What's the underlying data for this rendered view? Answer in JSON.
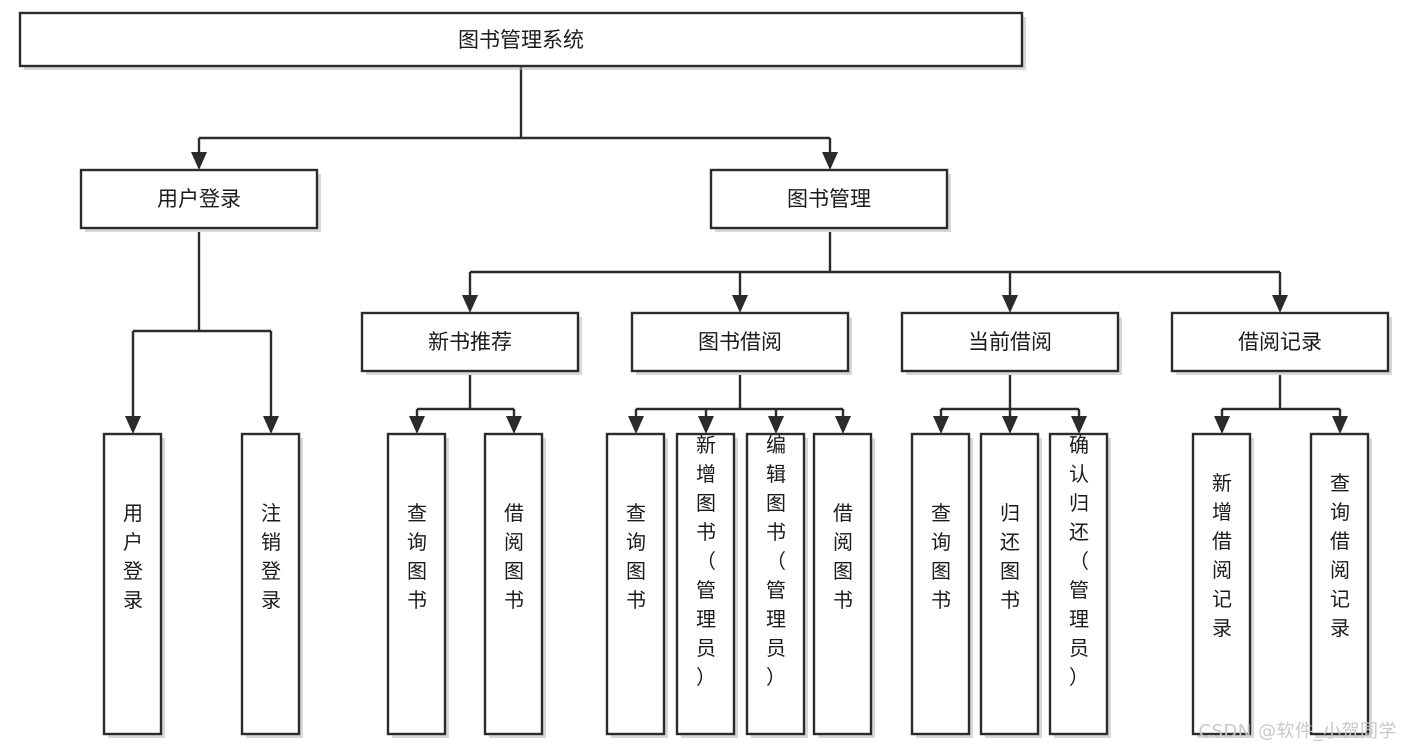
{
  "diagram": {
    "type": "tree",
    "title": "图书管理系统",
    "watermark": "CSDN @软件_小贺同学",
    "colors": {
      "box_stroke": "#2b2b2b",
      "box_fill": "#ffffff",
      "text": "#1b1b1b",
      "watermark": "#c9c9c9",
      "background": "#ffffff"
    },
    "levels": {
      "root": {
        "label": "图书管理系统"
      },
      "level2": [
        {
          "label": "用户登录"
        },
        {
          "label": "图书管理"
        }
      ],
      "level3": [
        {
          "label": "新书推荐"
        },
        {
          "label": "图书借阅"
        },
        {
          "label": "当前借阅"
        },
        {
          "label": "借阅记录"
        }
      ],
      "leaves": {
        "user_login": [
          {
            "label": "用户登录"
          },
          {
            "label": "注销登录"
          }
        ],
        "new_book_recommend": [
          {
            "label": "查询图书"
          },
          {
            "label": "借阅图书"
          }
        ],
        "book_borrow": [
          {
            "label": "查询图书"
          },
          {
            "label": "新增图书（管理员）"
          },
          {
            "label": "编辑图书（管理员）"
          },
          {
            "label": "借阅图书"
          }
        ],
        "current_borrow": [
          {
            "label": "查询图书"
          },
          {
            "label": "归还图书"
          },
          {
            "label": "确认归还（管理员）"
          }
        ],
        "borrow_record": [
          {
            "label": "新增借阅记录"
          },
          {
            "label": "查询借阅记录"
          }
        ]
      }
    }
  }
}
